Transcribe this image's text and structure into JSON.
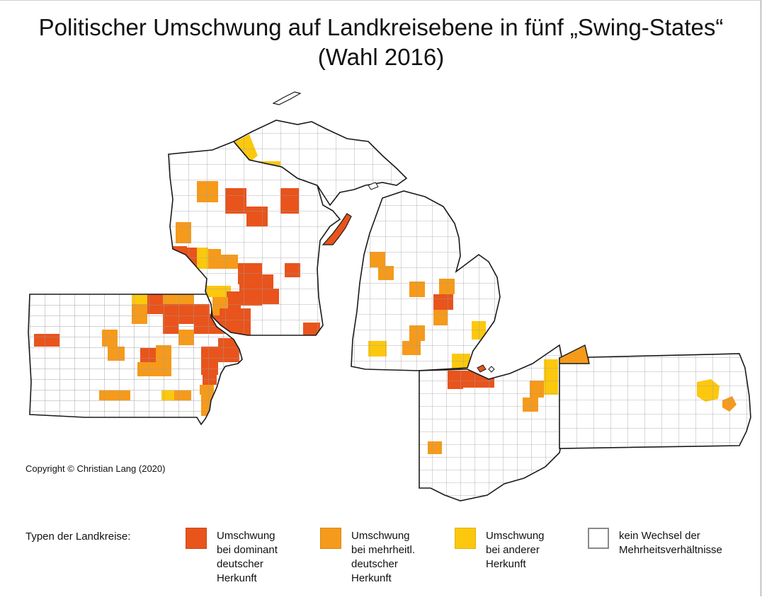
{
  "title": {
    "line1": "Politischer Umschwung auf Landkreisebene in fünf „Swing-States“",
    "line2": "(Wahl 2016)"
  },
  "copyright": "Copyright © Christian Lang (2020)",
  "colors": {
    "dominant_german": "#e8541c",
    "majority_german": "#f59a1b",
    "other_origin": "#fcc80e",
    "no_change": "#ffffff",
    "county_border": "#9a9a9a",
    "state_border": "#1a1a1a"
  },
  "legend": {
    "title": "Typen der Landkreise:",
    "items": [
      {
        "key": "dominant_german",
        "color": "#e8541c",
        "lines": [
          "Umschwung",
          "bei dominant",
          "deutscher",
          "Herkunft"
        ]
      },
      {
        "key": "majority_german",
        "color": "#f59a1b",
        "lines": [
          "Umschwung",
          "bei mehrheitl.",
          "deutscher",
          "Herkunft"
        ]
      },
      {
        "key": "other_origin",
        "color": "#fcc80e",
        "lines": [
          "Umschwung",
          "bei anderer",
          "Herkunft"
        ]
      },
      {
        "key": "no_change",
        "color": "#ffffff",
        "lines": [
          "kein Wechsel der",
          "Mehrheitsverhältnisse"
        ]
      }
    ]
  }
}
